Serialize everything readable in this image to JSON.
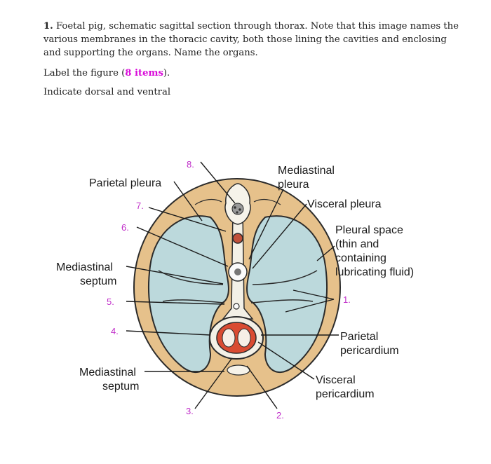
{
  "question": {
    "number": "1.",
    "text": "Foetal pig, schematic sagittal section through thorax. Note that this image names the various membranes in the thoracic cavity, both those lining the cavities and enclosing and supporting the organs. Name the organs."
  },
  "instruction": {
    "prefix": "Label the figure (",
    "count": "8 items",
    "suffix": ")."
  },
  "indicate": "Indicate dorsal and ventral",
  "figure": {
    "labels": {
      "parietal_pleura": "Parietal pleura",
      "mediastinal_pleura_1": "Mediastinal",
      "mediastinal_pleura_2": "pleura",
      "visceral_pleura": "Visceral pleura",
      "pleural_space_1": "Pleural space",
      "pleural_space_2": "(thin and",
      "pleural_space_3": "containing",
      "pleural_space_4": "lubricating fluid)",
      "mediastinal_septum_1a": "Mediastinal",
      "mediastinal_septum_1b": "septum",
      "parietal_pericardium_1": "Parietal",
      "parietal_pericardium_2": "pericardium",
      "mediastinal_septum_2a": "Mediastinal",
      "mediastinal_septum_2b": "septum",
      "visceral_pericardium_1": "Visceral",
      "visceral_pericardium_2": "pericardium"
    },
    "numbers": [
      "1.",
      "2.",
      "3.",
      "4.",
      "5.",
      "6.",
      "7.",
      "8."
    ],
    "colors": {
      "body_wall": "#e6c18b",
      "pleural_cavity": "#bcd9dc",
      "outline": "#2b2b2b",
      "heart_red": "#d94b32",
      "number_magenta": "#c02ec9"
    }
  }
}
